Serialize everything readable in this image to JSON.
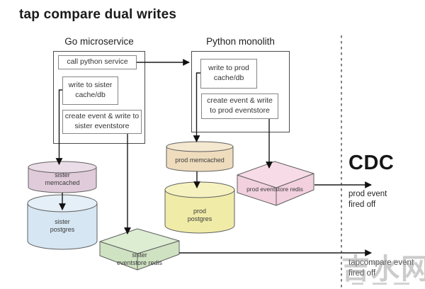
{
  "title": "tap compare dual writes",
  "go_microservice": {
    "heading": "Go microservice",
    "call_python": "call python service",
    "write_sister": "write to sister cache/db",
    "create_event": "create event & write to sister eventstore"
  },
  "python_monolith": {
    "heading": "Python monolith",
    "write_prod": "write to prod cache/db",
    "create_event": "create event & write to prod eventstore"
  },
  "datastores": {
    "sister_memcached": [
      "sister",
      "memcached"
    ],
    "sister_postgres": [
      "sister",
      "postgres"
    ],
    "prod_memcached": [
      "prod memcached"
    ],
    "prod_postgres": [
      "prod",
      "postgres"
    ],
    "sister_eventstore_redis": [
      "sister",
      "eventstore redis"
    ],
    "prod_eventstore_redis": [
      "prod eventstore redis"
    ]
  },
  "cdc": {
    "label": "CDC",
    "prod_event_note": [
      "prod event",
      "fired off"
    ],
    "tapcompare_event_note": [
      "tapcompare event",
      "fired off"
    ]
  },
  "watermark": {
    "text": "吉水网"
  },
  "colors": {
    "sister_memcached": "#e0cbda",
    "sister_memcached_top": "#ebdde8",
    "sister_postgres": "#d6e6f2",
    "sister_postgres_top": "#e4eff7",
    "prod_memcached": "#eedcbd",
    "prod_memcached_top": "#f4e8d0",
    "prod_postgres": "#f0eca8",
    "prod_postgres_top": "#f5f2c0",
    "sister_eventstore_top": "#dcedd2",
    "sister_eventstore_front": "#cfe3c3",
    "prod_eventstore_top": "#f7dbe7",
    "prod_eventstore_front": "#f2d0de",
    "outline": "#5f5f5f",
    "arrow": "#1a1a1a"
  }
}
